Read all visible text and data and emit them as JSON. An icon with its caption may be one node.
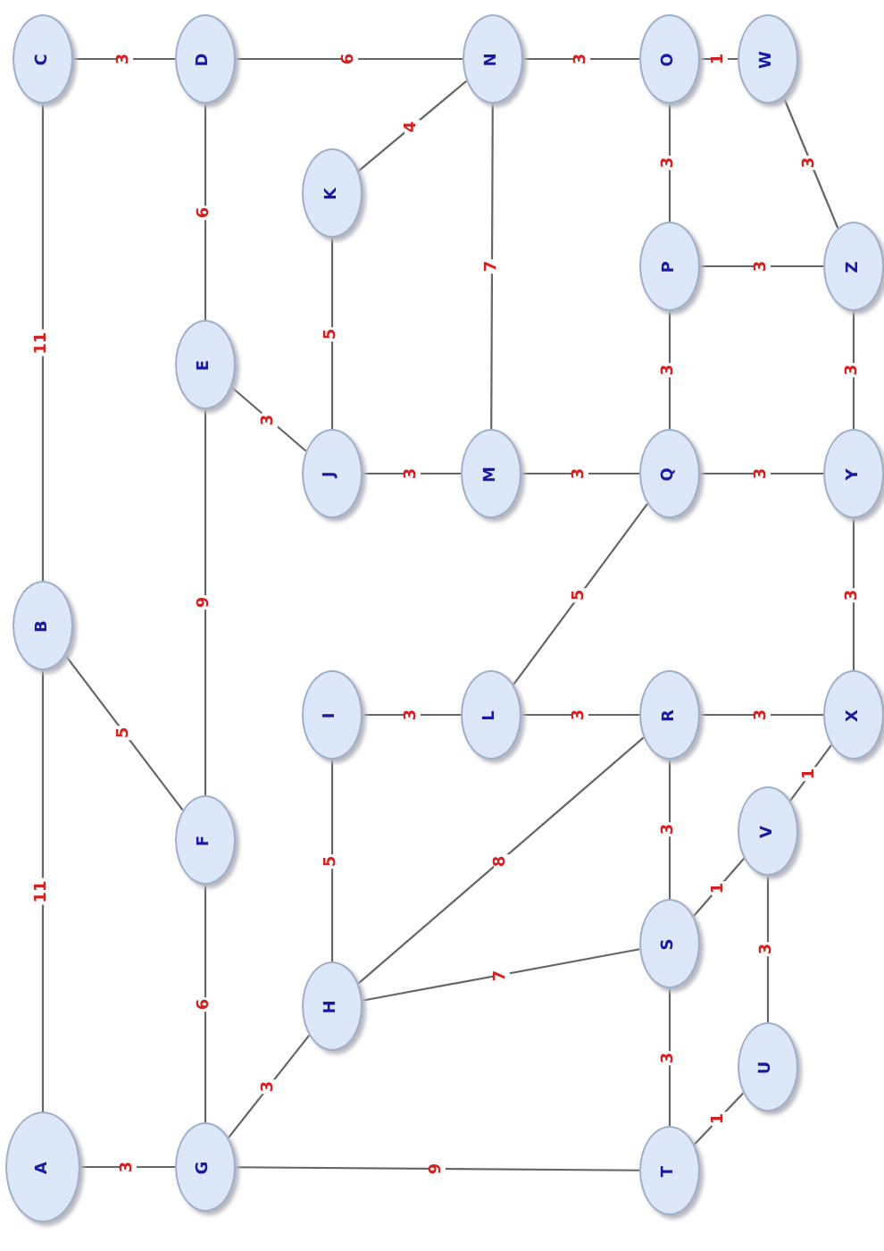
{
  "diagram": {
    "nodes": [
      {
        "text": [
          "A"
        ]
      },
      {
        "text": [
          "B"
        ]
      },
      {
        "text": [
          "C"
        ]
      },
      {
        "text": [
          "D"
        ]
      },
      {
        "text": [
          "E"
        ]
      },
      {
        "text": [
          "F"
        ]
      },
      {
        "text": [
          "G"
        ]
      },
      {
        "text": [
          "H"
        ]
      },
      {
        "text": [
          "I"
        ]
      },
      {
        "text": [
          "J"
        ]
      },
      {
        "text": [
          "K"
        ]
      },
      {
        "text": [
          "L"
        ]
      },
      {
        "text": [
          "M"
        ]
      },
      {
        "text": [
          "N"
        ]
      },
      {
        "text": [
          "O"
        ]
      },
      {
        "text": [
          "P"
        ]
      },
      {
        "text": [
          "Q"
        ]
      },
      {
        "text": [
          "R"
        ]
      },
      {
        "text": [
          "S"
        ]
      },
      {
        "text": [
          "T"
        ]
      },
      {
        "text": [
          "U"
        ]
      },
      {
        "text": [
          "V"
        ]
      },
      {
        "text": [
          "W"
        ]
      },
      {
        "text": [
          "X"
        ]
      },
      {
        "text": [
          "Y"
        ]
      },
      {
        "text": [
          "Z"
        ]
      }
    ],
    "edges": [
      {
        "from": 2,
        "to": 3,
        "label": "3",
        "arrow": "none"
      },
      {
        "from": 3,
        "to": 13,
        "label": "6",
        "arrow": "none"
      },
      {
        "from": 13,
        "to": 14,
        "label": "3",
        "arrow": "none"
      },
      {
        "from": 14,
        "to": 22,
        "label": "1",
        "arrow": "none"
      },
      {
        "from": 22,
        "to": 25,
        "label": "3",
        "arrow": "none"
      },
      {
        "from": 13,
        "to": 10,
        "label": "4",
        "arrow": "none"
      },
      {
        "from": 13,
        "to": 12,
        "label": "7",
        "arrow": "none"
      },
      {
        "from": 14,
        "to": 15,
        "label": "3",
        "arrow": "none"
      },
      {
        "from": 15,
        "to": 25,
        "label": "3",
        "arrow": "none"
      },
      {
        "from": 15,
        "to": 16,
        "label": "3",
        "arrow": "none"
      },
      {
        "from": 25,
        "to": 24,
        "label": "3",
        "arrow": "none"
      },
      {
        "from": 3,
        "to": 4,
        "label": "6",
        "arrow": "none"
      },
      {
        "from": 10,
        "to": 9,
        "label": "5",
        "arrow": "none"
      },
      {
        "from": 4,
        "to": 9,
        "label": "3",
        "arrow": "none"
      },
      {
        "from": 9,
        "to": 12,
        "label": "3",
        "arrow": "none"
      },
      {
        "from": 12,
        "to": 16,
        "label": "3",
        "arrow": "none"
      },
      {
        "from": 16,
        "to": 24,
        "label": "3",
        "arrow": "none"
      },
      {
        "from": 24,
        "to": 23,
        "label": "3",
        "arrow": "none"
      },
      {
        "from": 16,
        "to": 11,
        "label": "5",
        "arrow": "none"
      },
      {
        "from": 2,
        "to": 1,
        "label": "11",
        "arrow": "none"
      },
      {
        "from": 1,
        "to": 0,
        "label": "11",
        "arrow": "none"
      },
      {
        "from": 1,
        "to": 5,
        "label": "5",
        "arrow": "none"
      },
      {
        "from": 4,
        "to": 5,
        "label": "9",
        "arrow": "none"
      },
      {
        "from": 5,
        "to": 6,
        "label": "6",
        "arrow": "none"
      },
      {
        "from": 0,
        "to": 6,
        "label": "3",
        "arrow": "none"
      },
      {
        "from": 6,
        "to": 7,
        "label": "3",
        "arrow": "none"
      },
      {
        "from": 6,
        "to": 19,
        "label": "9",
        "arrow": "none"
      },
      {
        "from": 8,
        "to": 11,
        "label": "3",
        "arrow": "none"
      },
      {
        "from": 8,
        "to": 7,
        "label": "5",
        "arrow": "none"
      },
      {
        "from": 11,
        "to": 17,
        "label": "3",
        "arrow": "none"
      },
      {
        "from": 17,
        "to": 23,
        "label": "3",
        "arrow": "none"
      },
      {
        "from": 23,
        "to": 21,
        "label": "1",
        "arrow": "none"
      },
      {
        "from": 17,
        "to": 7,
        "label": "8",
        "arrow": "none"
      },
      {
        "from": 17,
        "to": 18,
        "label": "3",
        "arrow": "none"
      },
      {
        "from": 7,
        "to": 18,
        "label": "7",
        "arrow": "none"
      },
      {
        "from": 18,
        "to": 21,
        "label": "1",
        "arrow": "none"
      },
      {
        "from": 21,
        "to": 20,
        "label": "3",
        "arrow": "none"
      },
      {
        "from": 18,
        "to": 19,
        "label": "3",
        "arrow": "none"
      },
      {
        "from": 19,
        "to": 20,
        "label": "1",
        "arrow": "none"
      }
    ]
  }
}
